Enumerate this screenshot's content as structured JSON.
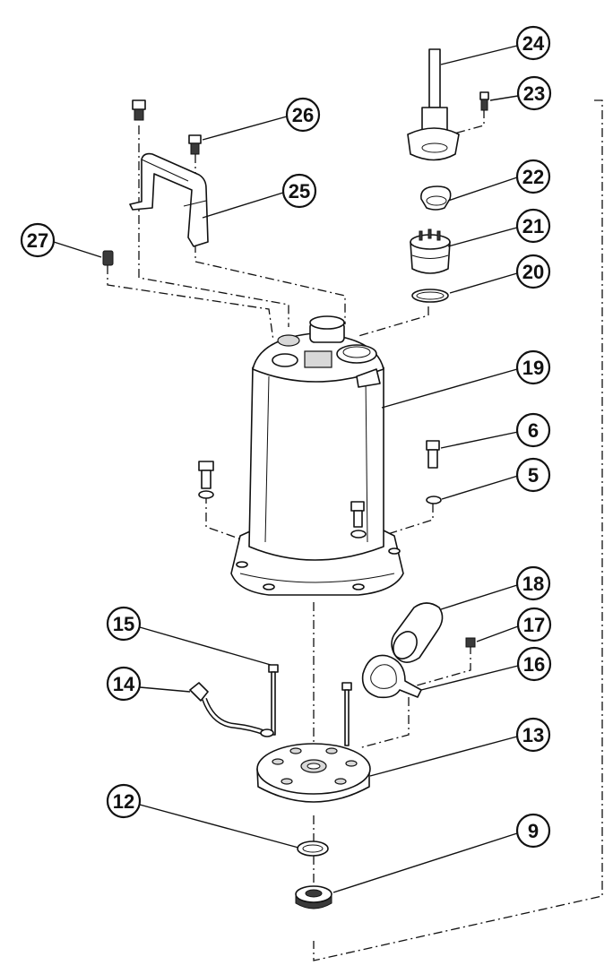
{
  "callouts": [
    {
      "id": "c24",
      "label": "24"
    },
    {
      "id": "c23",
      "label": "23"
    },
    {
      "id": "c26",
      "label": "26"
    },
    {
      "id": "c22",
      "label": "22"
    },
    {
      "id": "c25",
      "label": "25"
    },
    {
      "id": "c21",
      "label": "21"
    },
    {
      "id": "c27",
      "label": "27"
    },
    {
      "id": "c20",
      "label": "20"
    },
    {
      "id": "c19",
      "label": "19"
    },
    {
      "id": "c6",
      "label": "6"
    },
    {
      "id": "c5",
      "label": "5"
    },
    {
      "id": "c18",
      "label": "18"
    },
    {
      "id": "c15",
      "label": "15"
    },
    {
      "id": "c17",
      "label": "17"
    },
    {
      "id": "c16",
      "label": "16"
    },
    {
      "id": "c14",
      "label": "14"
    },
    {
      "id": "c13",
      "label": "13"
    },
    {
      "id": "c12",
      "label": "12"
    },
    {
      "id": "c9",
      "label": "9"
    }
  ],
  "colors": {
    "ink": "#111111",
    "paper": "#ffffff",
    "shade": "#d8d8d8"
  }
}
